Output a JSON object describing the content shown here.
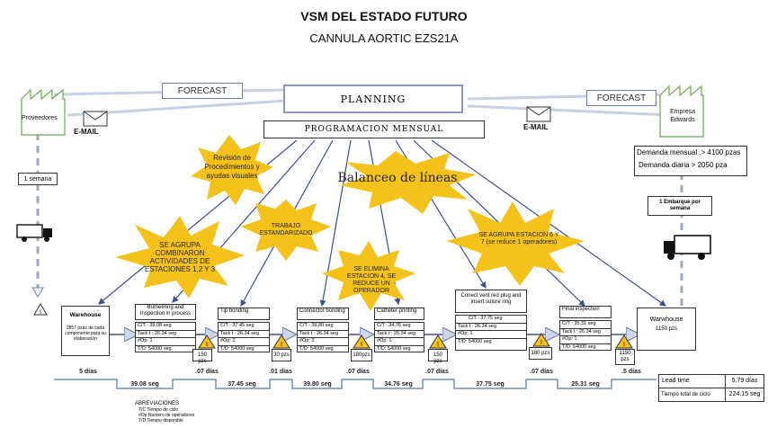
{
  "header": {
    "title": "VSM DEL ESTADO FUTURO",
    "subtitle": "CANNULA AORTIC EZS21A"
  },
  "planning": {
    "label": "PLANNING",
    "schedule": "PROGRAMACION MENSUAL"
  },
  "forecast_left": "FORECAST",
  "forecast_right": "FORECAST",
  "supplier": {
    "label": "Proveedores"
  },
  "customer": {
    "label": "Empresa Edwards"
  },
  "email_left": "E-MAIL",
  "email_right": "E-MAIL",
  "supply_frequency": "1 semana",
  "demand": {
    "monthly": "Demanda mensual .> 4100 pzas",
    "daily": "Demanda diaria > 2050 pza"
  },
  "shipment": "1 Embarque por semana",
  "kaizen": [
    {
      "text": "Revisión de Procedimientos y ayudas visuales"
    },
    {
      "text": "Balanceo de líneas"
    },
    {
      "text": "TRABAJO ESTANDARIZADO"
    },
    {
      "text": "SE AGRUPA COMBINARON ACTIVIDADES DE ESTACIONES 1,2 Y 3"
    },
    {
      "text": "SE ELIMINA ESTACION 4, SE REDUCE UN OPERADOR"
    },
    {
      "text": "SE AGRUPA ESTACION 6 Y 7 (se reduce 1 operadores)"
    }
  ],
  "warehouse_in": {
    "label": "Warehouse",
    "note": "2857 pzas de cada componente para su elaboración"
  },
  "processes": [
    {
      "name": "Bumeering and Inspection in process",
      "rows": [
        "C/T : 39.08 seg",
        "Tack t : 26.34 seg",
        "#Op: 1",
        "T/D: 54000 seg"
      ]
    },
    {
      "name": "Tip bonding",
      "rows": [
        "C/T : 37.45 seg",
        "Tack t : 26.34 seg",
        "#Op: 2",
        "T/D: 54000 seg"
      ]
    },
    {
      "name": "Connector bonding",
      "rows": [
        "C/T : 39.80 seg",
        "Tack t : 26.34 seg",
        "#Op: 2",
        "T/D: 54000 seg"
      ]
    },
    {
      "name": "Catheter printing",
      "rows": [
        "C/T : 34.76 seg",
        "Tack t : 26.34 seg",
        "#Op: 1",
        "T/D: 54000 seg"
      ]
    },
    {
      "name": "Conect vent red plug and insert suture ring",
      "rows": [
        "C/T : 37.75 seg",
        "Tack t : 26.34 seg",
        "#Op: 1",
        "T/D: 54000 seg"
      ]
    },
    {
      "name": "Final inspection",
      "rows": [
        "C/T : 35.31 seg",
        "Tack t : 26.34 seg",
        "#Op: 1",
        "T/D: 54000 seg"
      ]
    }
  ],
  "inventory": [
    "150 pzs",
    "30 pzs",
    "180pzs",
    "150 pzs",
    "180 pzs",
    "1150 pzs"
  ],
  "warehouse_out": {
    "label": "Warwhouse",
    "qty": "1150 pzs"
  },
  "timeline": {
    "top": [
      "5 días",
      ".07 días",
      ".01 días",
      ".07 días",
      ".07 días",
      ".07 días",
      ".5 días"
    ],
    "bottom": [
      "39.08 seg",
      "37.45 seg",
      "39.80 seg",
      "34.76 seg",
      "37.75 seg",
      "25.31 seg"
    ]
  },
  "summary": {
    "lead_time_label": "Lead time",
    "lead_time": "5.79 días",
    "cycle_label": "Tiempo total de ciclo",
    "cycle": "224.15 seg"
  },
  "abbreviations": {
    "title": "ABREVIACIONES",
    "items": [
      "T/C    Tiempo de ciclo",
      "#Op Numero de operadores",
      "T/D  Tiempo disponible"
    ]
  }
}
